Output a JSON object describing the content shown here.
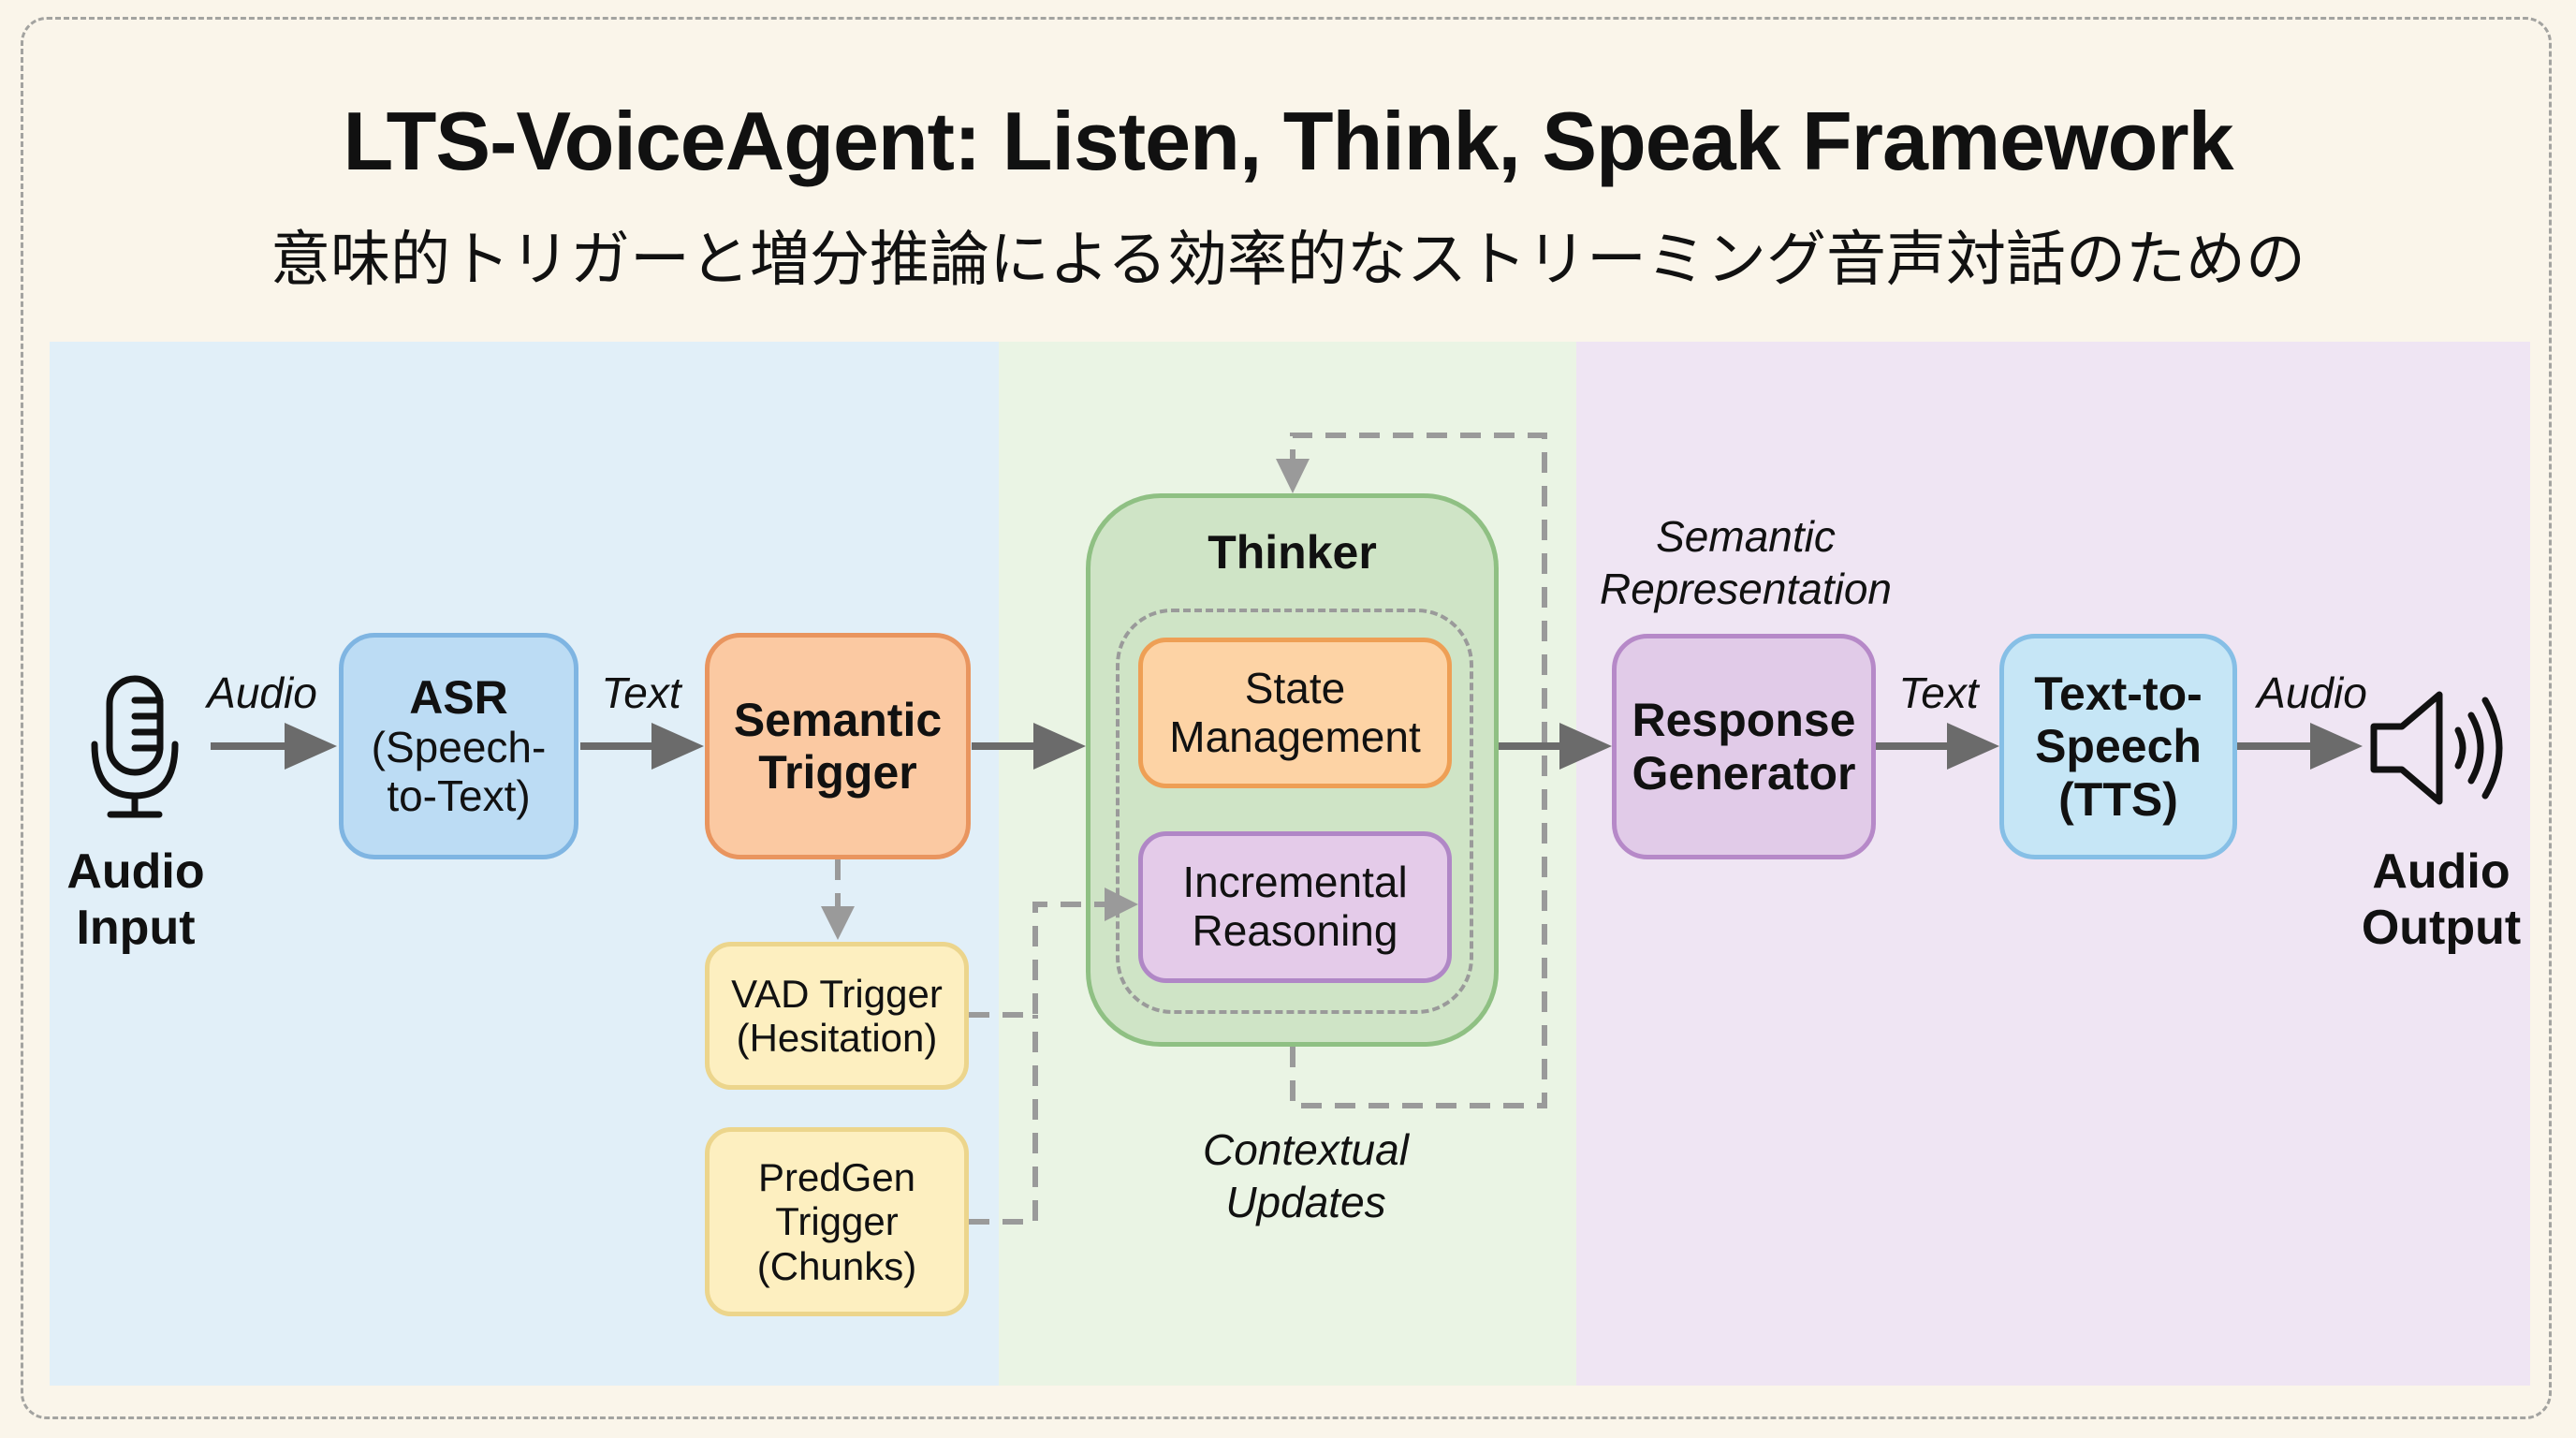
{
  "title": "LTS-VoiceAgent: Listen, Think, Speak Framework",
  "subtitle": "意味的トリガーと増分推論による効率的なストリーミング音声対話のための",
  "colors": {
    "listen_panel": "#e1eff8",
    "think_panel": "#eaf4e4",
    "speak_panel": "#efe5f3",
    "arrow": "#6b6b6b",
    "dashed": "#9a9a9a"
  },
  "input": {
    "icon": "microphone-icon",
    "label": "Audio\nInput"
  },
  "output": {
    "icon": "speaker-icon",
    "label": "Audio\nOutput"
  },
  "nodes": {
    "asr": {
      "title": "ASR",
      "subtitle": "(Speech-\nto-Text)"
    },
    "semantic_trigger": {
      "title": "Semantic\nTrigger"
    },
    "vad_trigger": {
      "title": "VAD Trigger\n(Hesitation)"
    },
    "predgen_trigger": {
      "title": "PredGen\nTrigger\n(Chunks)"
    },
    "thinker": {
      "title": "Thinker"
    },
    "state_management": {
      "title": "State\nManagement"
    },
    "incremental_reasoning": {
      "title": "Incremental\nReasoning"
    },
    "response_generator": {
      "title": "Response\nGenerator"
    },
    "tts": {
      "title": "Text-to-\nSpeech\n(TTS)"
    }
  },
  "edge_labels": {
    "mic_to_asr": "Audio",
    "asr_to_trigger": "Text",
    "semantic_representation": "Semantic\nRepresentation",
    "resp_to_tts": "Text",
    "tts_to_speaker": "Audio",
    "contextual_updates": "Contextual\nUpdates"
  }
}
